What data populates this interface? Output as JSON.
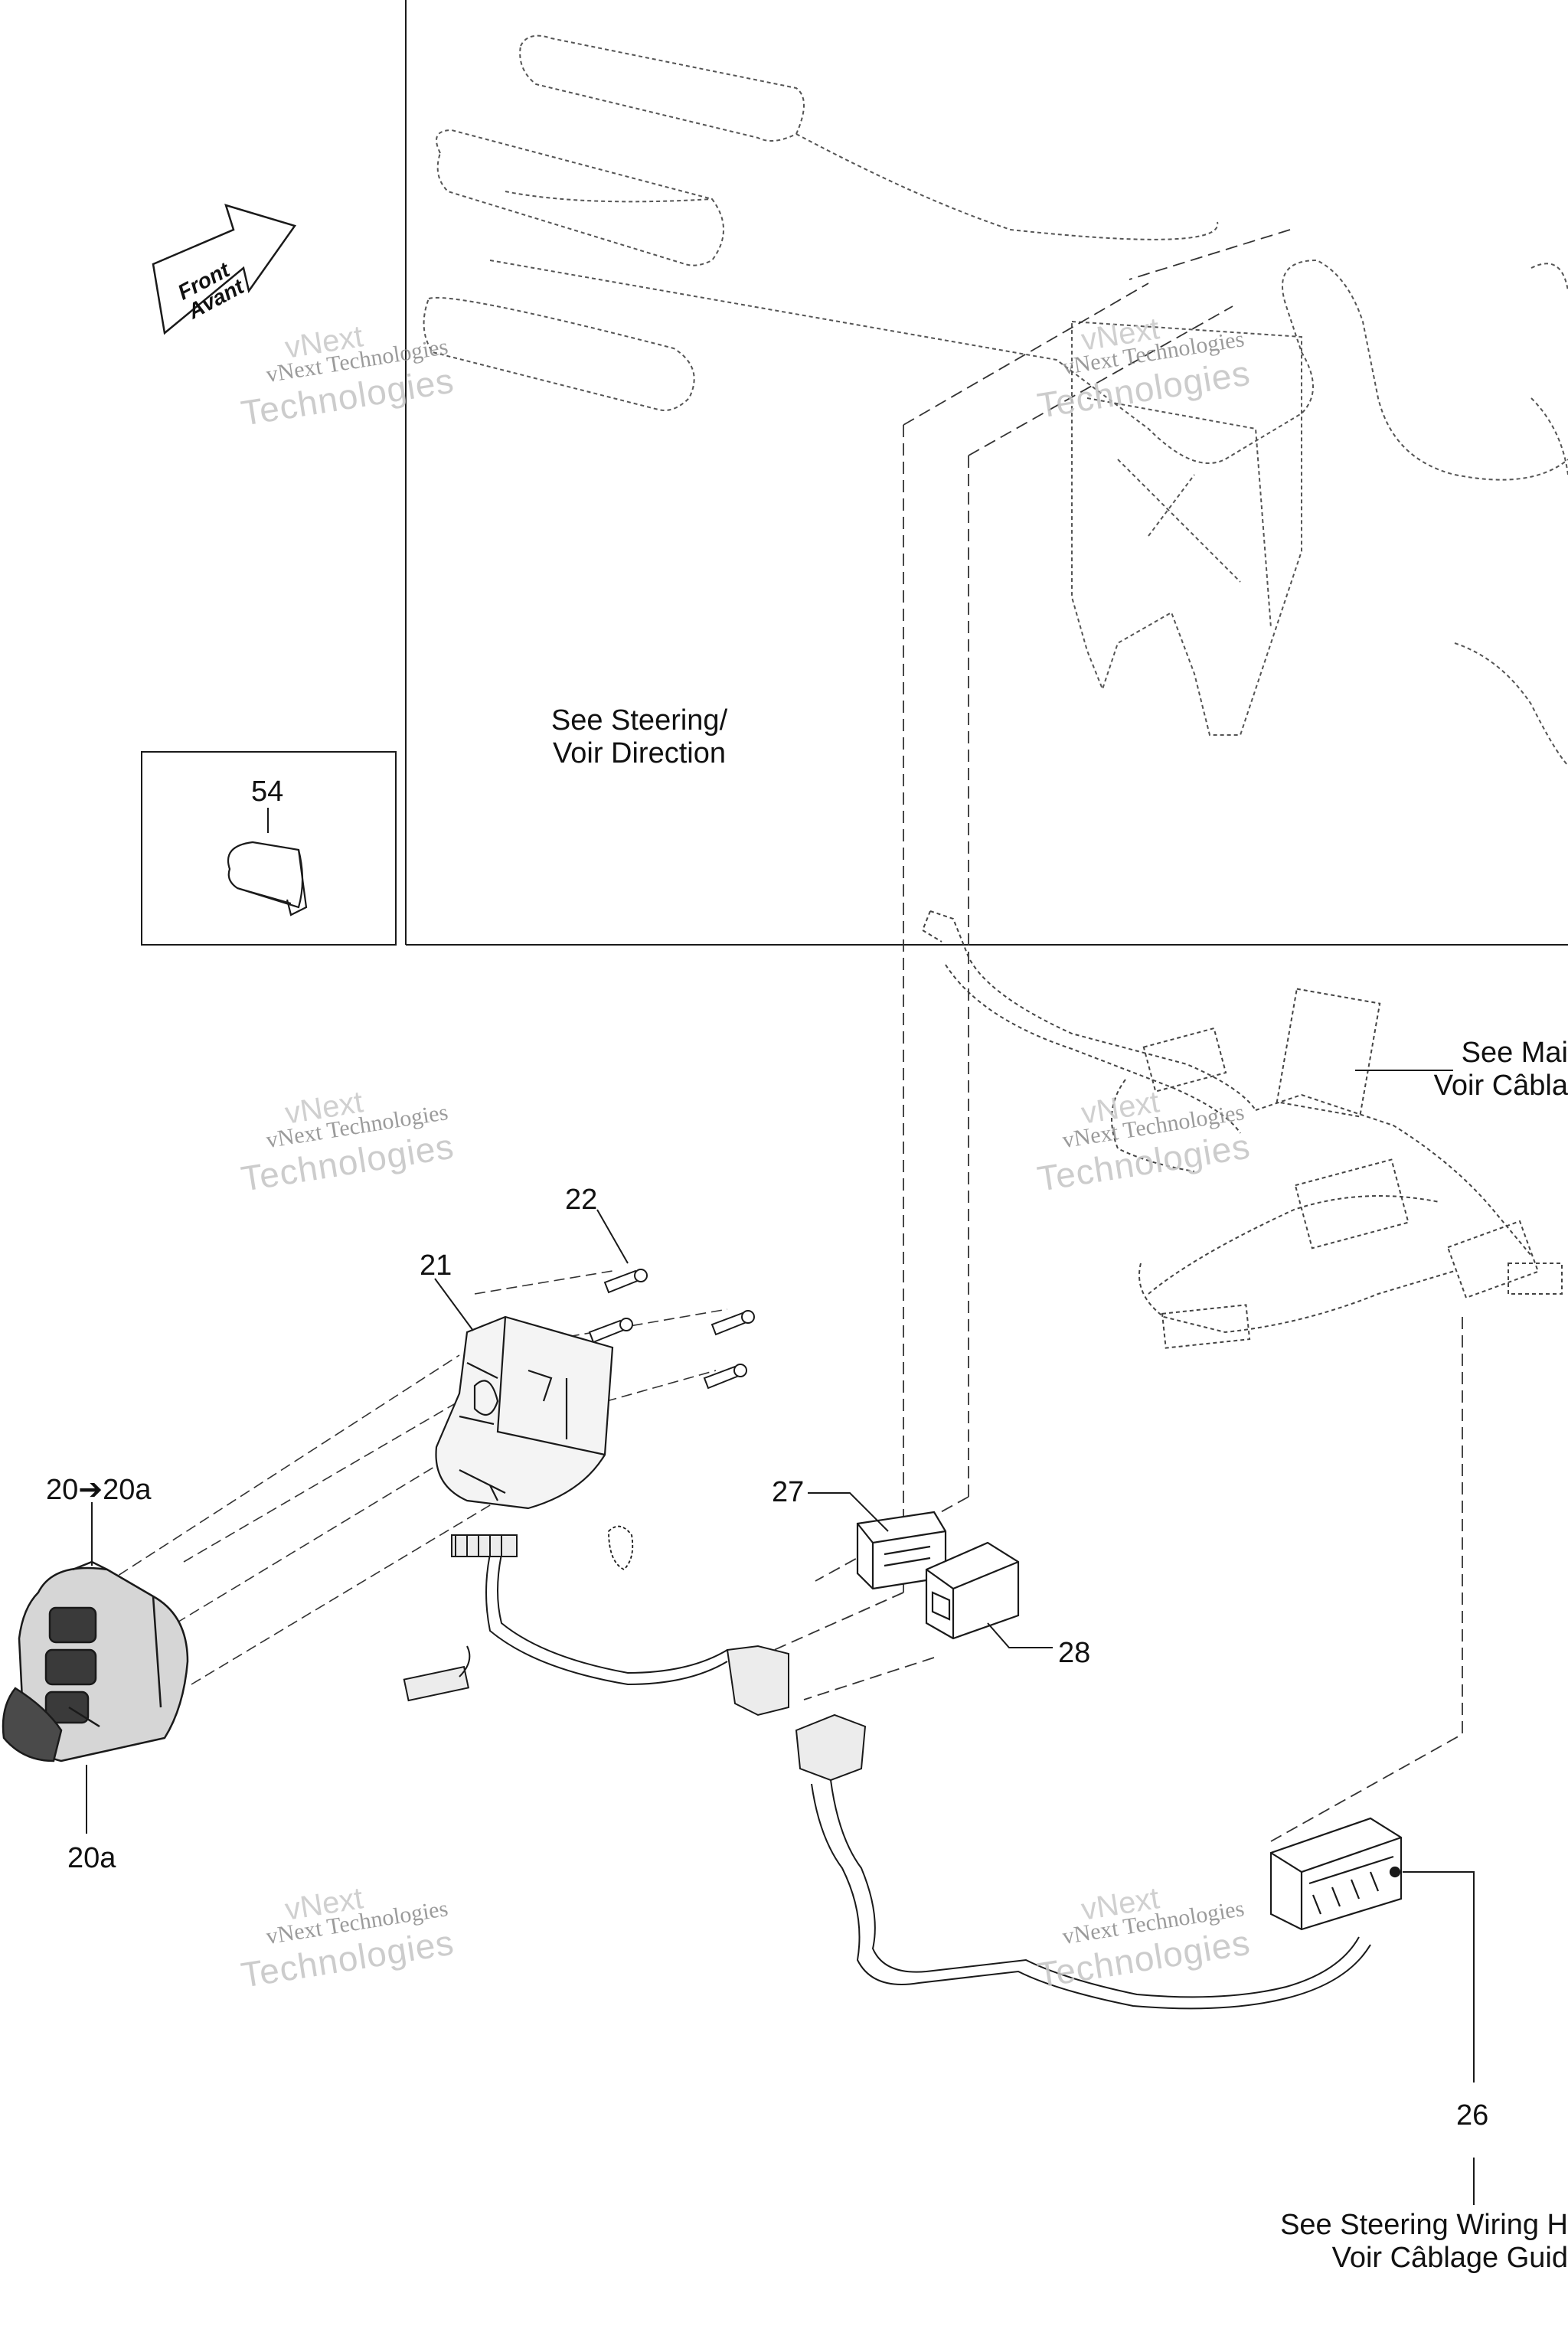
{
  "labels": {
    "p54": "54",
    "p22": "22",
    "p21": "21",
    "p20": "20➔20a",
    "p20a": "20a",
    "p27": "27",
    "p28": "28",
    "p26": "26"
  },
  "front_arrow": {
    "line1": "Front",
    "line2": "Avant"
  },
  "notes": {
    "steering_line1": "See Steering/",
    "steering_line2": "Voir Direction",
    "main_line1": "See Mai",
    "main_line2": "Voir Câbla",
    "wiring_line1": "See Steering Wiring H",
    "wiring_line2": "Voir Câblage Guid"
  },
  "watermark": {
    "top": "vNext",
    "mid": "vNext Technologies",
    "bottom": "Technologies"
  },
  "colors": {
    "ink": "#1a1a1a",
    "part_fill": "#ececec",
    "dark_part": "#3a3a3a",
    "watermark": "#bdbdbd"
  }
}
